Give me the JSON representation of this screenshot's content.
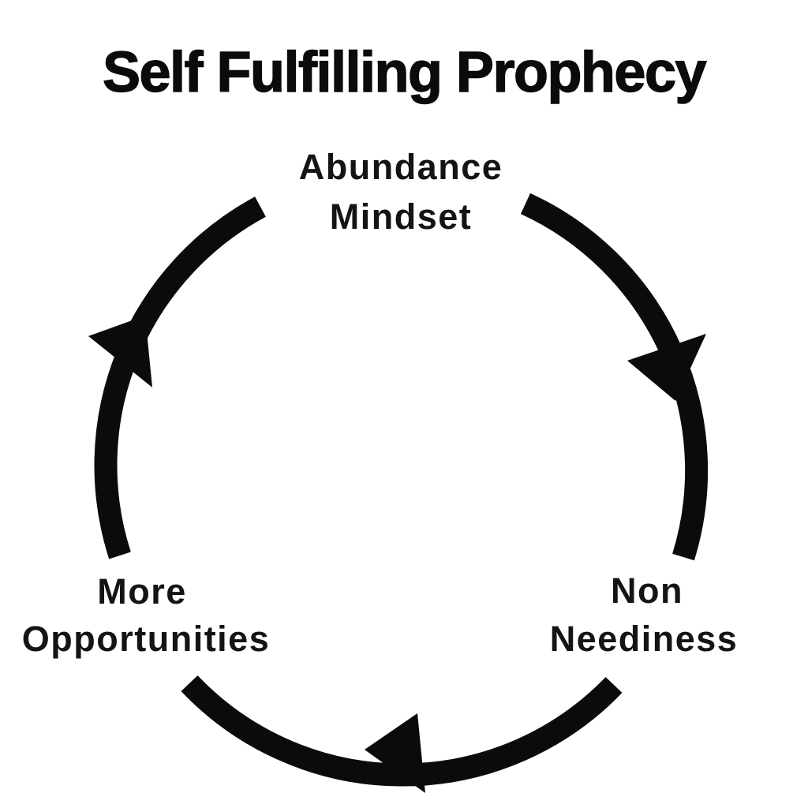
{
  "title": "Self Fulfilling Prophecy",
  "colors": {
    "background": "#ffffff",
    "ink": "#0b0b0b"
  },
  "diagram": {
    "type": "cycle",
    "direction": "clockwise",
    "nodes": [
      {
        "id": "abundance-mindset",
        "label": "Abundance Mindset",
        "position": "top",
        "lines": [
          "Abundance",
          "Mindset"
        ]
      },
      {
        "id": "non-neediness",
        "label": "Non Neediness",
        "position": "bottom-right",
        "lines": [
          "Non",
          "Neediness"
        ]
      },
      {
        "id": "more-opportunities",
        "label": "More Opportunities",
        "position": "bottom-left",
        "lines": [
          "More",
          "Opportunities"
        ]
      }
    ],
    "edges": [
      {
        "from": "Abundance Mindset",
        "to": "Non Neediness",
        "arrowhead": "right-side-pointing-down"
      },
      {
        "from": "Non Neediness",
        "to": "More Opportunities",
        "arrowhead": "bottom-pointing-left"
      },
      {
        "from": "More Opportunities",
        "to": "Abundance Mindset",
        "arrowhead": "left-side-pointing-up"
      }
    ]
  }
}
